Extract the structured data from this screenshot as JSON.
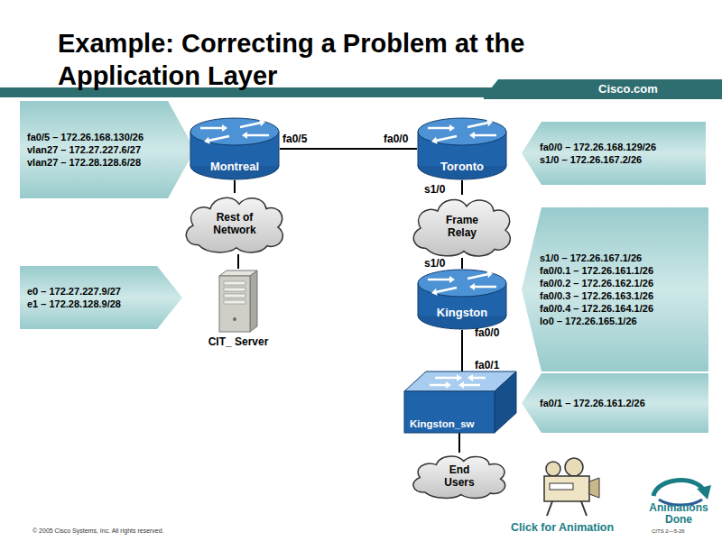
{
  "diagram": {
    "title": "Example: Correcting a Problem at the Application Layer",
    "nodes": [
      {
        "text": [
          "fa0/5 – 172.26.168.130/26",
          "vlan27 – 172.27.227.6/27",
          "vlan27 – 172.28.128.6/28"
        ]
      },
      {
        "text": [
          "Montreal"
        ]
      },
      {
        "text": [
          "Toronto"
        ]
      },
      {
        "text": [
          "fa0/0 – 172.26.168.129/26",
          "s1/0 – 172.26.167.2/26"
        ]
      },
      {
        "text": [
          "Rest of Network"
        ]
      },
      {
        "text": [
          "Frame Relay"
        ]
      },
      {
        "text": [
          "e0 – 172.27.227.9/27",
          "e1 – 172.28.128.9/28"
        ]
      },
      {
        "text": [
          "CIT_ Server"
        ]
      },
      {
        "text": [
          "s1/0 – 172.26.167.1/26",
          "fa0/0.1 – 172.26.161.1/26",
          "fa0/0.2 – 172.26.162.1/26",
          "fa0/0.3 – 172.26.163.1/26",
          "fa0/0.4 – 172.26.164.1/26",
          "lo0 – 172.26.165.1/26"
        ]
      },
      {
        "text": [
          "Kingston"
        ]
      },
      {
        "text": [
          "Kingston_sw"
        ]
      },
      {
        "text": [
          "fa0/1 – 172.26.161.2/26"
        ]
      },
      {
        "text": [
          "End Users"
        ]
      }
    ],
    "edges": [
      {
        "from": 1,
        "to": 2,
        "arrow": "none"
      },
      {
        "from": 1,
        "to": 4,
        "arrow": "none"
      },
      {
        "from": 4,
        "to": 7,
        "arrow": "none"
      },
      {
        "from": 2,
        "to": 5,
        "arrow": "none"
      },
      {
        "from": 5,
        "to": 9,
        "arrow": "none"
      },
      {
        "from": 9,
        "to": 10,
        "arrow": "none"
      },
      {
        "from": 10,
        "to": 12,
        "arrow": "none"
      }
    ],
    "labels": [
      "Cisco.com",
      "fa0/5",
      "fa0/0",
      "s1/0",
      "s1/0",
      "fa0/0",
      "fa0/1",
      "Click for Animation",
      "Animations Done",
      "© 2005 Cisco Systems, Inc. All rights reserved.",
      "CITS 2—5-26"
    ]
  }
}
